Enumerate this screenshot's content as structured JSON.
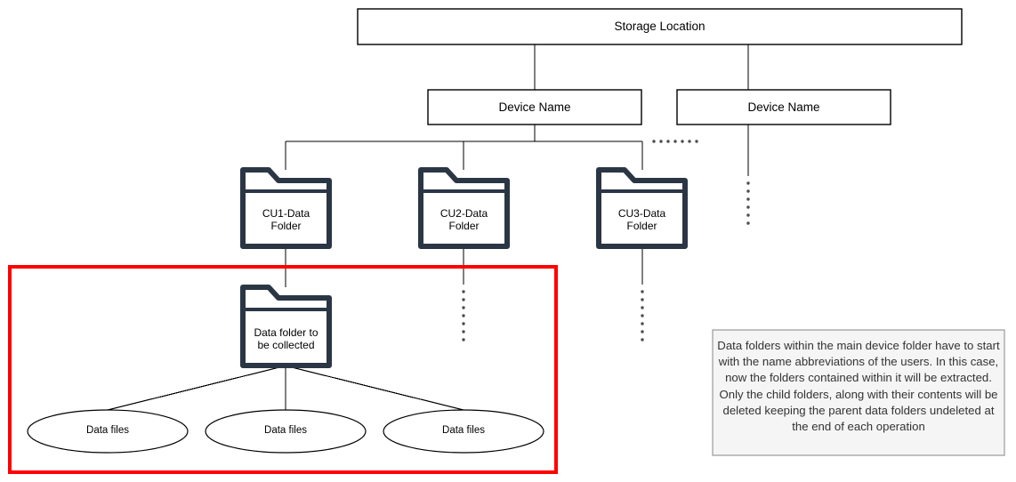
{
  "diagram": {
    "title": "Storage Location folder hierarchy",
    "colors": {
      "node_stroke": "#000000",
      "folder_stroke": "#2b3645",
      "folder_fill": "#ffffff",
      "highlight_box": "#ff0000",
      "note_fill": "#f5f5f5",
      "note_stroke": "#999999",
      "note_text": "#333333",
      "canvas": "#ffffff"
    },
    "root": {
      "label": "Storage Location"
    },
    "devices": [
      {
        "label": "Device Name"
      },
      {
        "label": "Device Name"
      }
    ],
    "data_folders": [
      {
        "label": "CU1-Data\nFolder"
      },
      {
        "label": "CU2-Data\nFolder"
      },
      {
        "label": "CU3-Data\nFolder"
      }
    ],
    "collected_folder": {
      "label": "Data folder to\nbe collected"
    },
    "data_files": [
      {
        "label": "Data files"
      },
      {
        "label": "Data files"
      },
      {
        "label": "Data files"
      }
    ],
    "note": {
      "text": "Data folders within the main device folder have to start with the name abbreviations of the users. In this case, now the folders contained within it will be extracted. Only the child folders, along with their contents will be deleted keeping the parent data folders undeleted at the end of each operation"
    },
    "ellipsis": {
      "glyph": "·",
      "horizontal_count": 7,
      "vertical_count": 7
    }
  }
}
